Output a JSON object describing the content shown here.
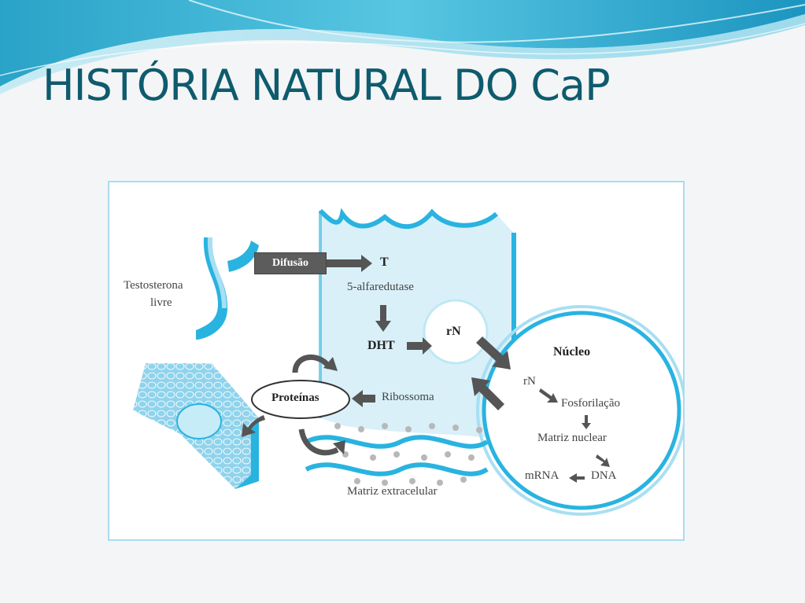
{
  "slide": {
    "title": "HISTÓRIA NATURAL DO CaP"
  },
  "diagram": {
    "labels": {
      "free_testosterone": [
        "Testosterona",
        "livre"
      ],
      "diffusion": "Difusão",
      "testosterone": "T",
      "enzyme": "5-alfaredutase",
      "dht": "DHT",
      "receptor": "rN",
      "nucleus": "Núcleo",
      "nucleus_receptor": "rN",
      "phosphorylation": "Fosforilação",
      "nuclear_matrix": "Matriz nuclear",
      "dna": "DNA",
      "mrna": "mRNA",
      "ribosome": "Ribossoma",
      "proteins": "Proteínas",
      "extracellular_matrix": "Matriz extracelular"
    }
  }
}
